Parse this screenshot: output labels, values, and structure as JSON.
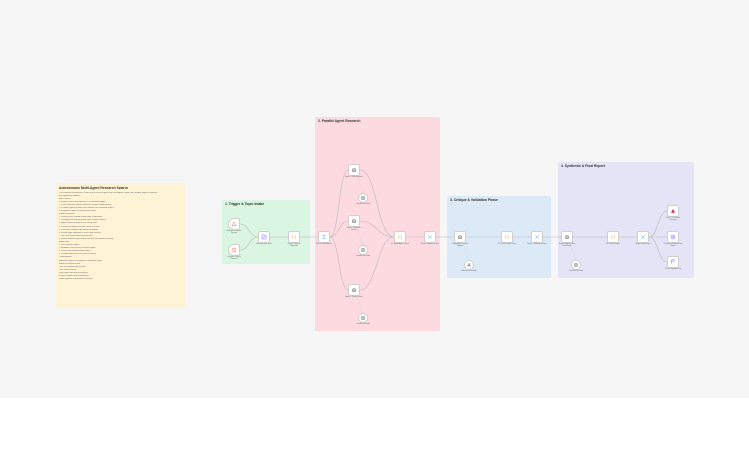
{
  "note": {
    "title": "Autonomous Multi-Agent Research Swarm",
    "lines": [
      "This workflow orchestrates a team of AI research agents that investigate a topic from multiple angles in parallel",
      "and synthesize findings.",
      "How it works",
      "1. A topic arrives via webhook or a scheduled trigger",
      "2. Three specialist agents research the topic independently",
      "3. A critique agent reviews and validates the combined output",
      "4. A synthesis agent writes the final report",
      "Setup instructions",
      "1. Connect your OpenAI or Anthropic credentials",
      "2. Configure the webhook path and schedule interval",
      "3. Adjust research depth in the config node",
      "4. Connect an output channel (Slack or email)",
      "5. Test with a sample topic before activating",
      "6. Review agent prompts to match your domain",
      "7. Set error notifications for failed runs",
      "8. Enable workflow and monitor the first executions for quality",
      "Agent roles",
      "1. Web research agent",
      "2. Academic and technical sources agent",
      "3. Market and industry trends agent",
      "4. Critique agent that checks for accuracy",
      "Customization",
      "Add more agents or change the model per agent",
      "Adjust the output format",
      "Tune the temperature per role",
      "Tips for best results",
      "Keep topics focused and specific",
      "Review outputs before publishing",
      "Store reports in a database for history"
    ]
  },
  "groups": [
    {
      "title": "1. Trigger & Topic Intake",
      "color": "#daf5e1"
    },
    {
      "title": "2. Parallel Agent Research",
      "color": "#fddae0"
    },
    {
      "title": "3. Critique & Validation Phase",
      "color": "#dce9f7"
    },
    {
      "title": "4. Synthesis & Final Report",
      "color": "#e5e3f6"
    }
  ],
  "nodes": [
    {
      "id": "webhook",
      "label": "Webhook - Research Request",
      "icon": "webhook-icon",
      "color": "#ff6d5a"
    },
    {
      "id": "schedule",
      "label": "Schedule - Weekly Research",
      "icon": "clock-icon",
      "color": "#ff6d5a"
    },
    {
      "id": "normalize",
      "label": "Normalize Topic Input",
      "icon": "edit-icon",
      "color": "#7b61ff"
    },
    {
      "id": "config",
      "label": "Config - Research Parameters",
      "icon": "code-icon",
      "color": "#ff9a3c"
    },
    {
      "id": "split",
      "label": "Split to Parallel Agents",
      "icon": "split-icon",
      "color": "#55aaff"
    },
    {
      "id": "agent1",
      "label": "Agent 1 - Web Research",
      "icon": "robot-icon",
      "color": "#555"
    },
    {
      "id": "model1",
      "label": "OpenAI Chat Model",
      "icon": "openai-icon",
      "color": "#555"
    },
    {
      "id": "agent2",
      "label": "Agent 2 - Academic Sources",
      "icon": "robot-icon",
      "color": "#555"
    },
    {
      "id": "model2",
      "label": "OpenAI Chat Model",
      "icon": "openai-icon",
      "color": "#555"
    },
    {
      "id": "agent3",
      "label": "Agent 3 - Market Trends",
      "icon": "robot-icon",
      "color": "#555"
    },
    {
      "id": "model3",
      "label": "OpenAI Chat Model",
      "icon": "openai-icon",
      "color": "#555"
    },
    {
      "id": "merge",
      "label": "JS - Merge Agent Outputs",
      "icon": "code-icon",
      "color": "#ff9a3c"
    },
    {
      "id": "combine",
      "label": "Merge - Combine Results",
      "icon": "merge-icon",
      "color": "#55aaff"
    },
    {
      "id": "critique",
      "label": "Critique Agent - Review Findings",
      "icon": "robot-icon",
      "color": "#555"
    },
    {
      "id": "model4",
      "label": "Anthropic Chat Model",
      "icon": "anthropic-icon",
      "color": "#555"
    },
    {
      "id": "parse",
      "label": "JS - Parse Critique Output",
      "icon": "code-icon",
      "color": "#ff9a3c"
    },
    {
      "id": "check",
      "label": "Merge - Validated Findings",
      "icon": "merge-icon",
      "color": "#55aaff"
    },
    {
      "id": "synth",
      "label": "Synthesis Agent - Write Final Report",
      "icon": "robot-icon",
      "color": "#555"
    },
    {
      "id": "model5",
      "label": "OpenAI Chat Model",
      "icon": "openai-icon",
      "color": "#555"
    },
    {
      "id": "format",
      "label": "JS - Format Report",
      "icon": "code-icon",
      "color": "#ff9a3c"
    },
    {
      "id": "fanout",
      "label": "Merge - Final Output",
      "icon": "merge-icon",
      "color": "#55aaff"
    },
    {
      "id": "slack",
      "label": "Slack - Post Report Summary",
      "icon": "slack-icon",
      "color": "#e01e5a"
    },
    {
      "id": "webhookresp",
      "label": "Respond to Webhook with Report",
      "icon": "send-icon",
      "color": "#7b61ff"
    },
    {
      "id": "sheets",
      "label": "Save to Database Log",
      "icon": "database-icon",
      "color": "#7b61ff"
    }
  ]
}
